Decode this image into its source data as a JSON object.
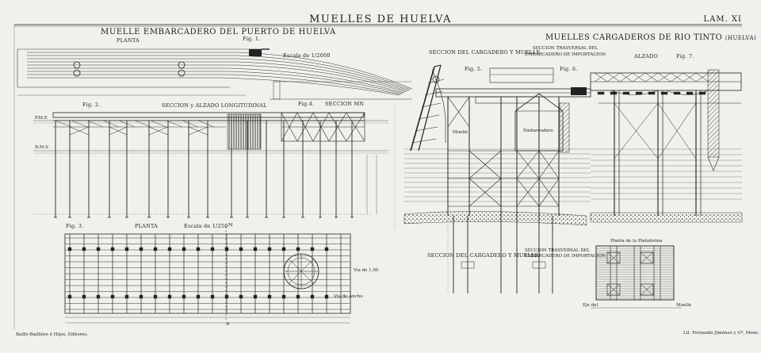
{
  "header": {
    "title": "MUELLES DE HUELVA",
    "plate_number": "LAM. XI"
  },
  "left_section": {
    "title": "MUELLE EMBARCADERO DEL PUERTO DE HUELVA",
    "planta_top_label": "PLANTA",
    "fig1_label": "Fig. 1.",
    "scale_top": "Escala de 1/2000",
    "fig2_label": "Fig. 2.",
    "section_elevation_label": "SECCION y ALZADO LONGITUDINAL",
    "fig4_label": "Fig.4.",
    "section_mn_label": "SECCION MN",
    "pme_label": "P.M.E",
    "bms_label": "B.M.S",
    "fig3_label": "Fig. 3.",
    "planta_bottom_label": "PLANTA",
    "scale_bottom": "Escala de 1/250",
    "section_marker_m": "M",
    "section_marker_n": "N",
    "via_label_1": "Via de 1,00",
    "via_label_2": "Via de Ancho"
  },
  "right_section": {
    "title": "MUELLES CARGADEROS DE RIO TINTO",
    "title_suffix": "(HUELVA)",
    "section_cargadero_label": "SECCION DEL CARGADERO Y MUELLE",
    "section_transversal_label": "SECCION TRASVERSAL DEL",
    "embarcadero_importacion_label": "EMBARCADERO DE IMPORTACION",
    "fig5_label": "Fig. 5.",
    "fig6_label": "Fig. 6.",
    "alzado_label": "ALZADO",
    "fig7_label": "Fig. 7.",
    "muelle_label": "Muelle",
    "embarcadero_label": "Embarcadero",
    "planta_plataforma_label": "Planta de la Plataforma",
    "eje_del_label": "Eje del",
    "muelle_bottom_label": "Muelle"
  },
  "footer": {
    "publisher": "Bailly-Baillière é Hijos, Editores.",
    "lithographer": "Lit. Fernando Jiménez y Gª, Mons."
  }
}
